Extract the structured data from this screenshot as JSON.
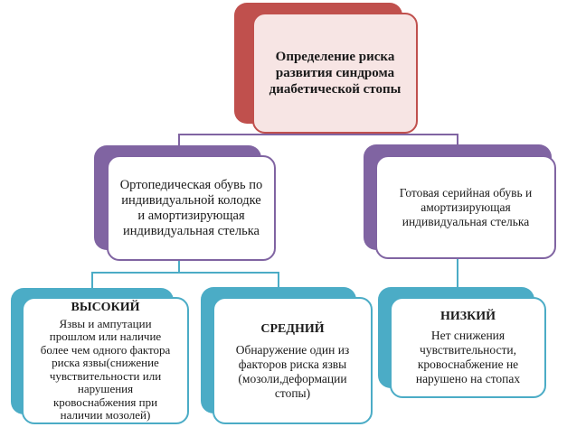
{
  "diagram": {
    "root": {
      "lines": [
        "Определение риска",
        "развития синдрома",
        "диабетической  стопы"
      ]
    },
    "footwear_orthopedic": {
      "lines": [
        "Ортопедическая обувь  по",
        "индивидуальной колодке",
        "и  амортизирующая",
        "индивидуальная стелька"
      ]
    },
    "footwear_serial": {
      "lines": [
        "Готовая серийная обувь и",
        "амортизирующая",
        "индивидуальная стелька"
      ]
    },
    "risk_high": {
      "heading": "ВЫСОКИЙ",
      "lines": [
        "Язвы и ампутации",
        "прошлом или наличие",
        "более чем одного фактора",
        "риска язвы(снижение",
        "чувствительности или",
        "нарушения",
        "кровоснабжения при",
        "наличии мозолей)"
      ]
    },
    "risk_medium": {
      "heading": "СРЕДНИЙ",
      "lines": [
        "Обнаружение один из",
        "факторов риска язвы",
        "(мозоли,деформации",
        "стопы)"
      ]
    },
    "risk_low": {
      "heading": "НИЗКИЙ",
      "lines": [
        "Нет снижения",
        "чувствительности,",
        "кровоснабжение не",
        "нарушено на стопах"
      ]
    }
  },
  "colors": {
    "root": "#c0504d",
    "level2": "#8064a2",
    "level3": "#4bacc6"
  }
}
